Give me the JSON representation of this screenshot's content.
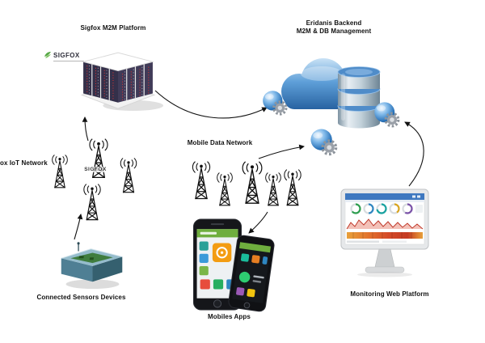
{
  "diagram": {
    "background": "#ffffff",
    "nodes": {
      "sigfox_platform": {
        "label": "Sigfox M2M Platform",
        "icon": "server-rack-icon"
      },
      "sigfox_logo": {
        "text": "SIGFOX",
        "icon": "sigfox-leaf-icon"
      },
      "backend": {
        "line1": "Eridanis Backend",
        "line2": "M2M & DB Management",
        "icon": "cloud-database-icon"
      },
      "iot_network": {
        "label": "ox IoT Network",
        "overlay_text": "SIGFOX",
        "icon": "radio-tower-icon"
      },
      "mobile_network": {
        "label": "Mobile Data Network",
        "icon": "radio-tower-icon"
      },
      "sensors": {
        "label": "Connected Sensors Devices",
        "icon": "sensor-device-icon"
      },
      "mobile_apps": {
        "label": "Mobiles Apps",
        "icon": "smartphone-icon"
      },
      "monitoring": {
        "label": "Monitoring Web Platform",
        "icon": "desktop-monitor-icon"
      }
    },
    "edges": [
      {
        "from": "sigfox-m2m-platform",
        "to": "eridanis-backend"
      },
      {
        "from": "sigfox-iot-network",
        "to": "sigfox-m2m-platform"
      },
      {
        "from": "connected-sensors-devices",
        "to": "sigfox-iot-network"
      },
      {
        "from": "mobile-data-network",
        "to": "eridanis-backend"
      },
      {
        "from": "mobile-data-network",
        "to": "mobiles-apps"
      },
      {
        "from": "monitoring-web-platform",
        "to": "eridanis-backend"
      }
    ],
    "colors": {
      "cloud_blue": "#2f72b8",
      "cloud_light": "#c9e2f6",
      "db_steel": "#9fb3c0",
      "sphere_blue": "#2a72b8",
      "gear_gray": "#8d949c",
      "android_green": "#6fae3e",
      "accent_orange": "#f39c12",
      "sigfox_green": "#57a846",
      "label_color": "#111111",
      "arrow_color": "#111111"
    }
  }
}
